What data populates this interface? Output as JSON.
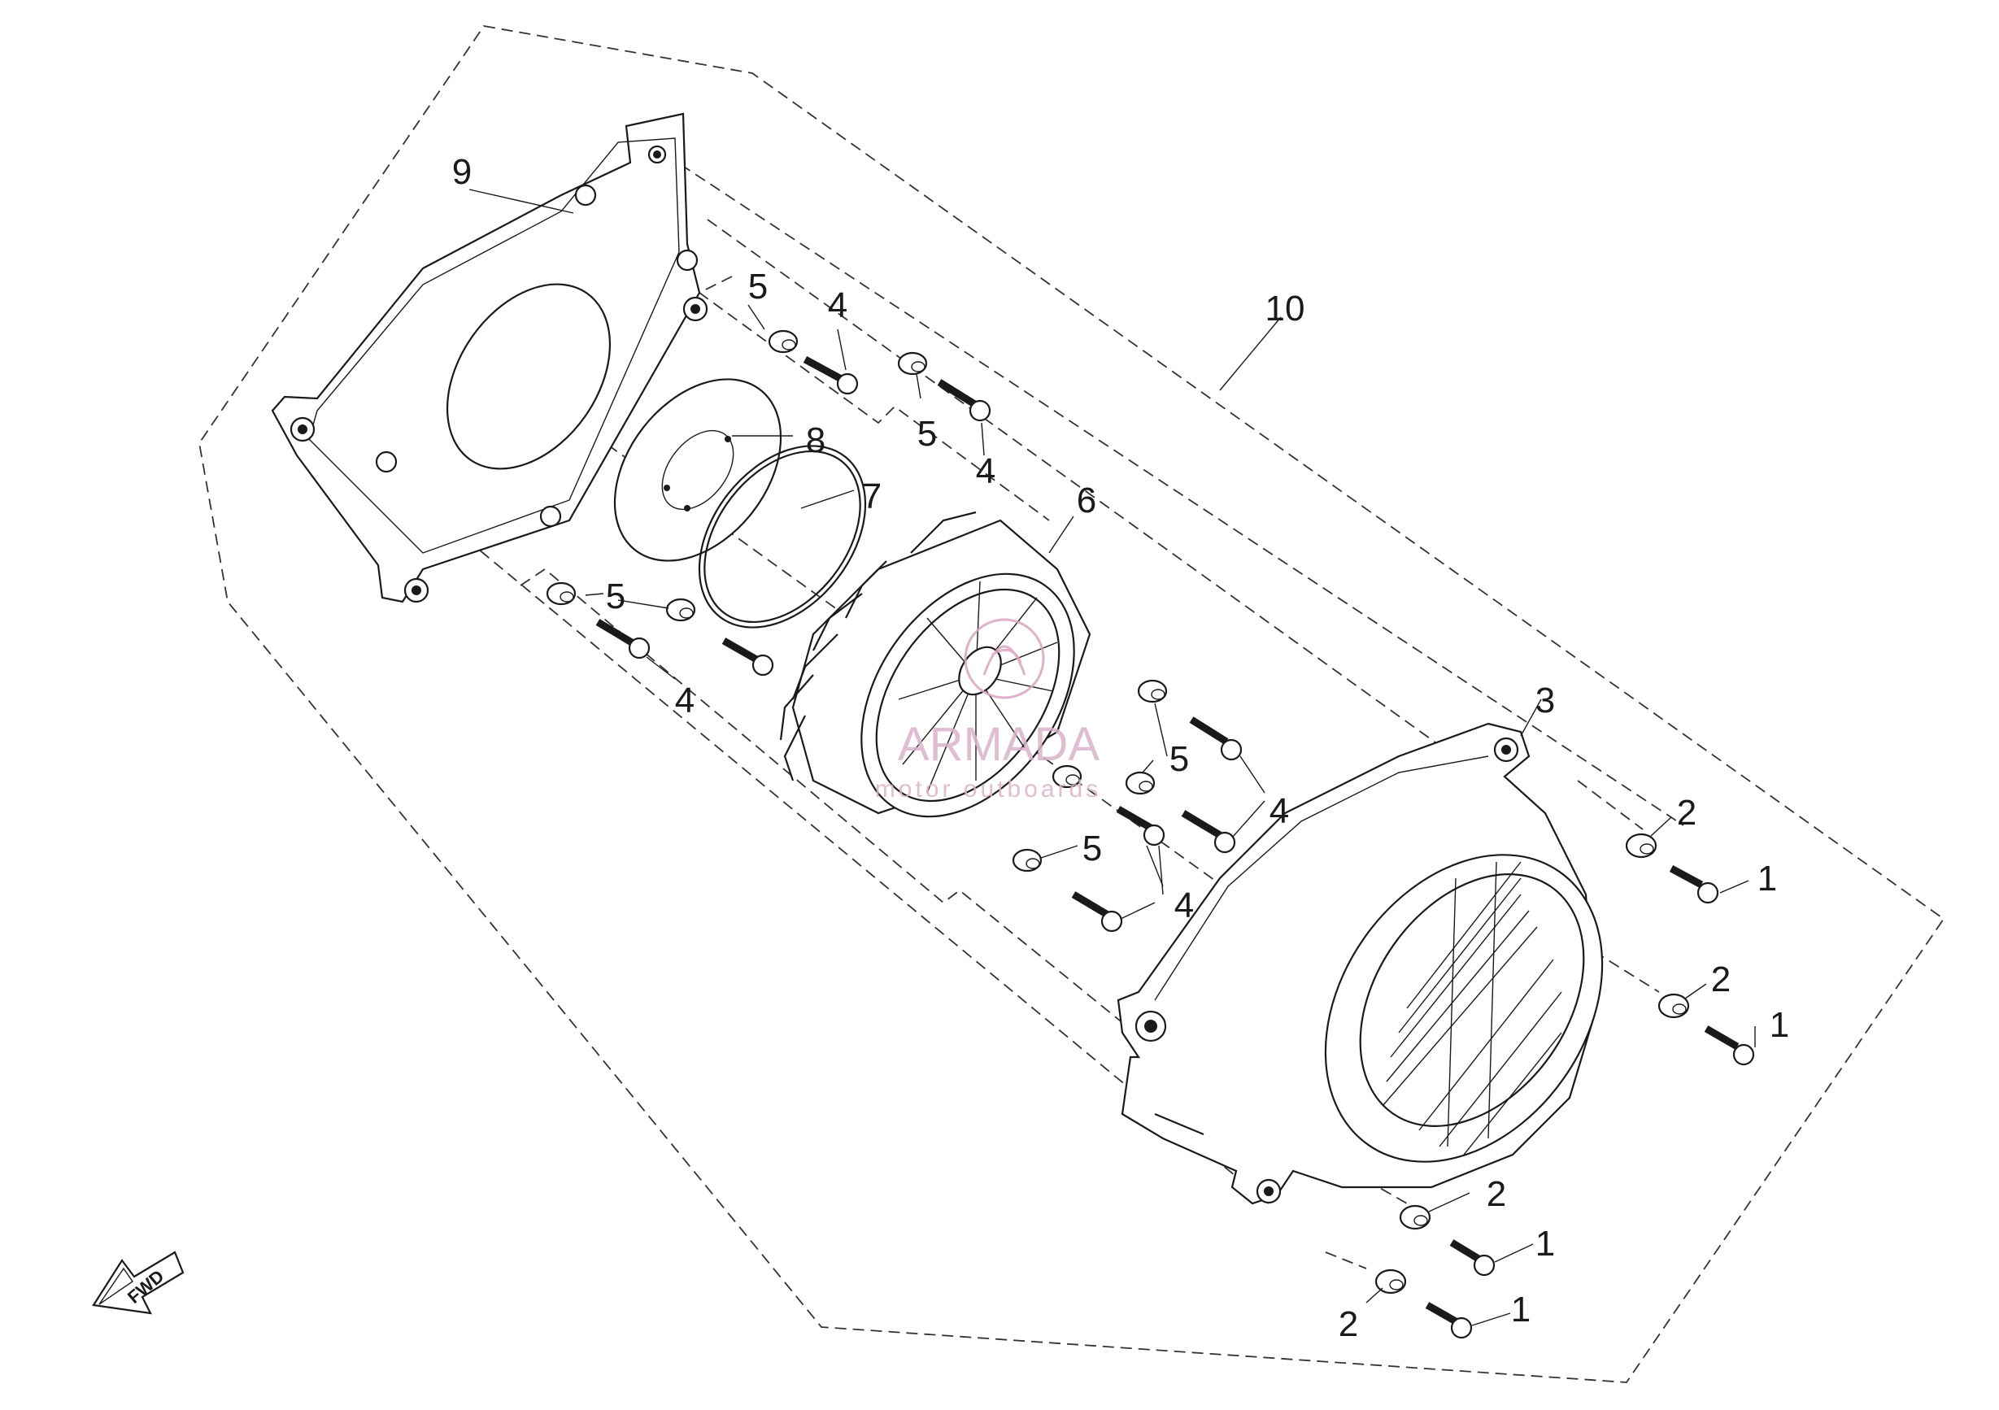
{
  "callouts": {
    "c1a": "1",
    "c1b": "1",
    "c1c": "1",
    "c1d": "1",
    "c2a": "2",
    "c2b": "2",
    "c2c": "2",
    "c2d": "2",
    "c3": "3",
    "c4a": "4",
    "c4b": "4",
    "c4c": "4",
    "c4d": "4",
    "c4e": "4",
    "c5a": "5",
    "c5b": "5",
    "c5c": "5",
    "c5d": "5",
    "c5e": "5",
    "c6": "6",
    "c7": "7",
    "c8": "8",
    "c9": "9",
    "c10": "10"
  },
  "watermark": {
    "brand": "ARMADA",
    "tagline": "motor outboards"
  },
  "direction_marker": {
    "label": "FWD"
  }
}
